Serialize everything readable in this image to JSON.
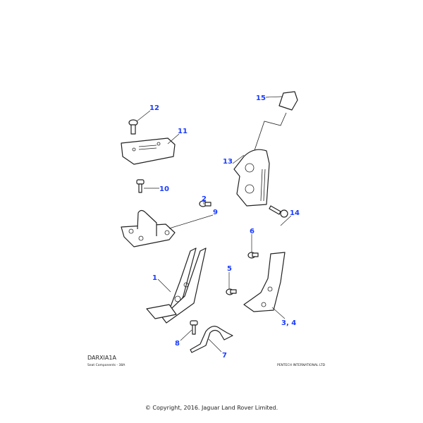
{
  "diagram_code": "DARXIA1A",
  "caption": "Seat Components - 38A",
  "publisher": "PENTECH INTERNATIONAL LTD",
  "copyright": "© Copyright, 2016. Jaguar Land Rover Limited.",
  "callout_color": "#1a3cff",
  "callouts": [
    "12",
    "11",
    "13",
    "15",
    "2",
    "10",
    "14",
    "9",
    "6",
    "1",
    "5",
    "3, 4",
    "8",
    "7"
  ]
}
